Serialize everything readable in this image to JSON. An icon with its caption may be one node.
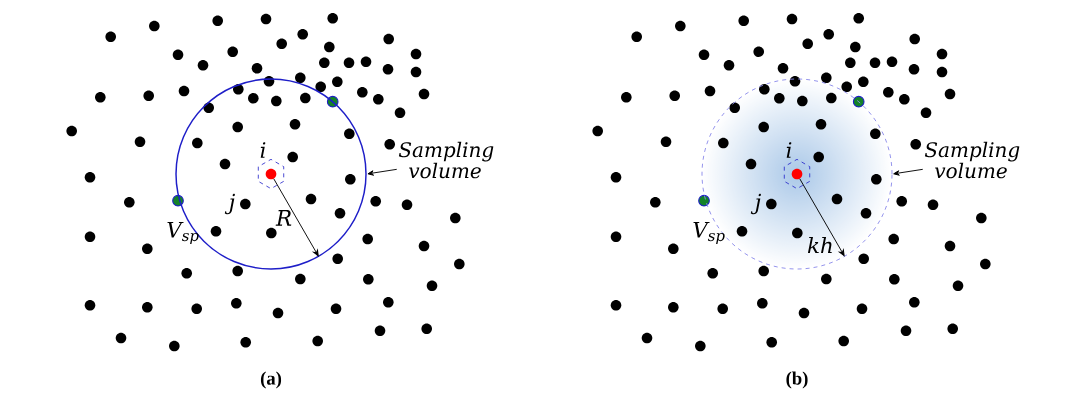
{
  "diagram": {
    "nodes": [
      {
        "text": [],
        "shape": "circle"
      },
      {
        "text": [],
        "shape": "circle",
        "beside": [
          "i"
        ],
        "in": 0
      },
      {
        "text": [
          "Sampling volume"
        ]
      },
      {
        "text": [],
        "shape": "circle"
      },
      {
        "text": [],
        "shape": "circle",
        "beside": [
          "i"
        ],
        "in": 3
      },
      {
        "text": [
          "Sampling volume"
        ]
      }
    ],
    "edges": [
      {
        "from": 2,
        "to": 0,
        "arrow": "to"
      },
      {
        "from": 1,
        "to": 0,
        "arrow": "to",
        "label": "R"
      },
      {
        "from": 5,
        "to": 3,
        "arrow": "to"
      },
      {
        "from": 4,
        "to": 3,
        "arrow": "to",
        "label": "kh"
      }
    ],
    "labels": [
      "j",
      "V$_{sp}$",
      "(a)",
      "j",
      "V$_{sp}$",
      "(b)"
    ]
  }
}
